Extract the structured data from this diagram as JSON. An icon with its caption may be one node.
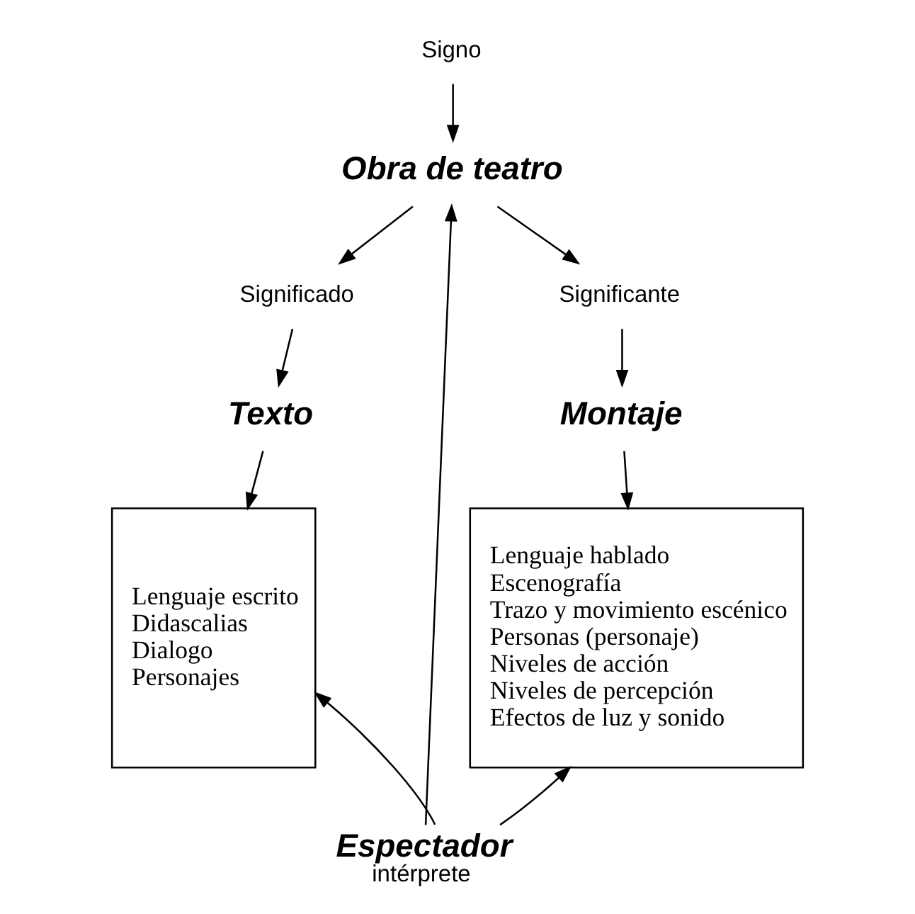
{
  "diagram": {
    "nodes": [
      {
        "text": [
          "Signo"
        ]
      },
      {
        "text": [
          "Obra de teatro"
        ]
      },
      {
        "text": [
          "Significado"
        ]
      },
      {
        "text": [
          "Significante"
        ]
      },
      {
        "text": [
          "Texto"
        ]
      },
      {
        "text": [
          "Montaje"
        ]
      },
      {
        "text": [
          "Lenguaje escrito",
          "Didascalias",
          "Dialogo",
          "Personajes"
        ]
      },
      {
        "text": [
          "Lenguaje hablado",
          "Escenografía",
          "Trazo y movimiento escénico",
          "Personas (personaje)",
          "Niveles de acción",
          "Niveles de percepción",
          "Efectos de luz y sonido"
        ]
      },
      {
        "text": [
          "Espectador",
          "intérprete"
        ]
      }
    ],
    "edges": [
      {
        "from": 0,
        "to": 1,
        "arrow": "to"
      },
      {
        "from": 1,
        "to": 2,
        "arrow": "to"
      },
      {
        "from": 1,
        "to": 3,
        "arrow": "to"
      },
      {
        "from": 2,
        "to": 4,
        "arrow": "to"
      },
      {
        "from": 3,
        "to": 5,
        "arrow": "to"
      },
      {
        "from": 4,
        "to": 6,
        "arrow": "to"
      },
      {
        "from": 5,
        "to": 7,
        "arrow": "to"
      },
      {
        "from": 8,
        "to": 6,
        "arrow": "to"
      },
      {
        "from": 8,
        "to": 1,
        "arrow": "to"
      },
      {
        "from": 8,
        "to": 7,
        "arrow": "to"
      }
    ]
  }
}
